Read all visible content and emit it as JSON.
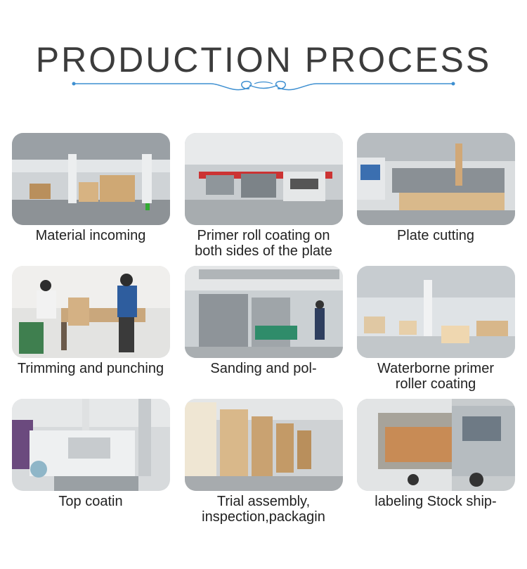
{
  "title": "PRODUCTION PROCESS",
  "colors": {
    "title": "#3c3c3c",
    "ornament": "#3d8fd1"
  },
  "steps": [
    {
      "lines": [
        "Material incoming"
      ],
      "scene": "warehouse"
    },
    {
      "lines": [
        "Primer roll coating on",
        "both sides of the plate"
      ],
      "scene": "coating-line"
    },
    {
      "lines": [
        "Plate cutting"
      ],
      "scene": "cnc-machine"
    },
    {
      "lines": [
        "Trimming and punching"
      ],
      "scene": "workers-bench"
    },
    {
      "lines": [
        "Sanding and pol-"
      ],
      "scene": "sanding-machine"
    },
    {
      "lines": [
        "Waterborne primer",
        "roller coating"
      ],
      "scene": "workshop"
    },
    {
      "lines": [
        "Top coatin"
      ],
      "scene": "top-coat-machine"
    },
    {
      "lines": [
        "Trial assembly,",
        "inspection,packagin"
      ],
      "scene": "carton-stacks"
    },
    {
      "lines": [
        "labeling Stock ship-"
      ],
      "scene": "truck-loading"
    }
  ]
}
